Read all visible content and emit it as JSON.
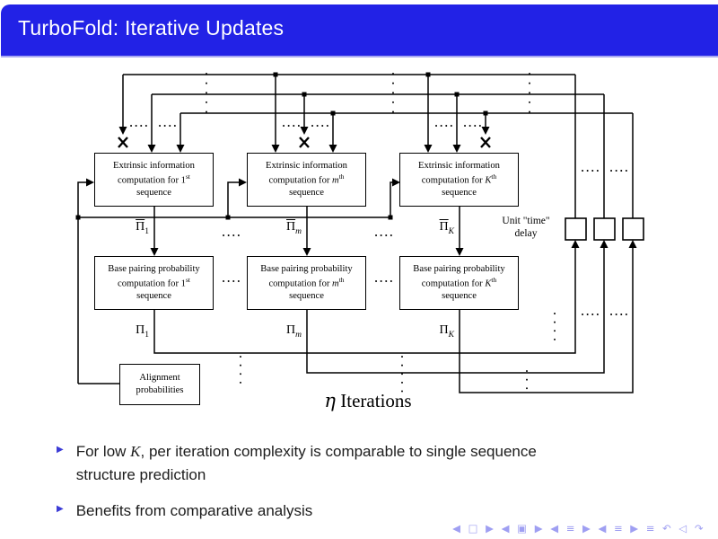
{
  "slide": {
    "title": "TurboFold: Iterative Updates"
  },
  "colors": {
    "title_bar": "#2222e6",
    "title_text": "#ffffff",
    "bar_edge": "#a9a9f2",
    "diagram_line": "#000000",
    "bullet_marker": "#3b3bd6",
    "nav_symbols": "#9f9ff2",
    "body_text": "#1c1c1c"
  },
  "diagram": {
    "ext_boxes": [
      {
        "line1": "Extrinsic information",
        "line2_pre": "computation for ",
        "seq": "1",
        "seq_sup": "st",
        "line3": "sequence"
      },
      {
        "line1": "Extrinsic information",
        "line2_pre": "computation for ",
        "seq": "m",
        "seq_sup": "th",
        "line3": "sequence"
      },
      {
        "line1": "Extrinsic information",
        "line2_pre": "computation for ",
        "seq": "K",
        "seq_sup": "th",
        "line3": "sequence"
      }
    ],
    "base_boxes": [
      {
        "line1": "Base pairing probability",
        "line2_pre": "computation for ",
        "seq": "1",
        "seq_sup": "st",
        "line3": "sequence"
      },
      {
        "line1": "Base pairing probability",
        "line2_pre": "computation for ",
        "seq": "m",
        "seq_sup": "th",
        "line3": "sequence"
      },
      {
        "line1": "Base pairing probability",
        "line2_pre": "computation for ",
        "seq": "K",
        "seq_sup": "th",
        "line3": "sequence"
      }
    ],
    "pi_bar_labels": [
      {
        "sym": "Π",
        "sub": "1"
      },
      {
        "sym": "Π",
        "sub": "m"
      },
      {
        "sym": "Π",
        "sub": "K"
      }
    ],
    "pi_labels": [
      {
        "sym": "Π",
        "sub": "1"
      },
      {
        "sym": "Π",
        "sub": "m"
      },
      {
        "sym": "Π",
        "sub": "K"
      }
    ],
    "delay_label": {
      "line1": "Unit \"time\"",
      "line2": "delay"
    },
    "alignment_box": {
      "line1": "Alignment",
      "line2": "probabilities"
    },
    "iterations_label": {
      "math": "η",
      "text": "Iterations"
    }
  },
  "bullets": [
    {
      "pre": "For low ",
      "math": "K",
      "post": ", per iteration complexity is comparable to single sequence structure prediction"
    },
    {
      "pre": "",
      "math": "",
      "post": "Benefits from comparative analysis"
    }
  ],
  "nav_symbols": "◀ □ ▶   ◀ ▣ ▶   ◀ ≡ ▶   ◀ ≡ ▶   ≡   ↶ ◁ ↷"
}
